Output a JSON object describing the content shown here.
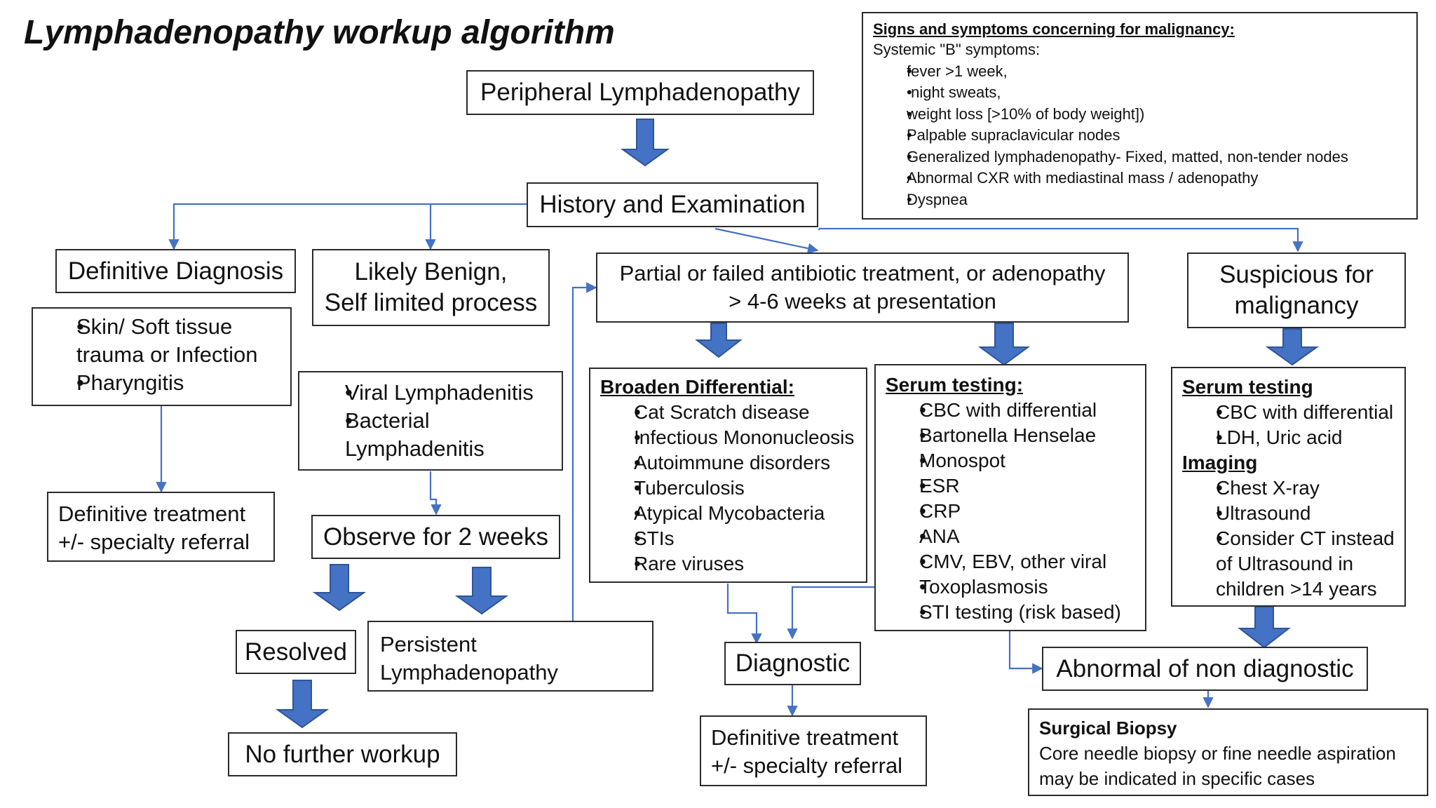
{
  "title": "Lymphadenopathy workup algorithm",
  "colors": {
    "connector": "#4472C4",
    "arrow_fill": "#4472C4",
    "arrow_stroke": "#2F5597",
    "border": "#2b2b2b"
  },
  "signs_box": {
    "heading": "Signs and symptoms concerning for malignancy:",
    "subheading": "Systemic \"B\" symptoms:",
    "items": [
      "fever >1 week,",
      " night sweats,",
      "weight loss [>10% of body weight])",
      "Palpable supraclavicular nodes",
      "Generalized lymphadenopathy- Fixed, matted, non-tender nodes",
      "Abnormal CXR with mediastinal mass / adenopathy",
      "Dyspnea"
    ]
  },
  "peripheral": {
    "label": "Peripheral Lymphadenopathy"
  },
  "history": {
    "label": "History and Examination"
  },
  "definitive_dx": {
    "label": "Definitive Diagnosis"
  },
  "definitive_list": {
    "items": [
      "Skin/ Soft tissue trauma or Infection",
      "Pharyngitis"
    ]
  },
  "definitive_treatment_left": {
    "line1": "Definitive treatment",
    "line2": "+/- specialty referral"
  },
  "benign": {
    "line1": "Likely Benign,",
    "line2": "Self limited process"
  },
  "benign_list": {
    "items": [
      "Viral Lymphadenitis",
      "Bacterial Lymphadenitis"
    ]
  },
  "observe": {
    "label": "Observe for 2 weeks"
  },
  "resolved": {
    "label": "Resolved"
  },
  "no_further": {
    "label": "No further workup"
  },
  "persistent": {
    "label": "Persistent Lymphadenopathy"
  },
  "partial": {
    "line1": "Partial or failed antibiotic treatment, or adenopathy",
    "line2": "> 4-6 weeks at presentation"
  },
  "broaden": {
    "heading": "Broaden Differential:",
    "items": [
      "Cat Scratch disease",
      "Infectious Mononucleosis",
      "Autoimmune disorders",
      "Tuberculosis",
      "Atypical Mycobacteria",
      "STIs",
      "Rare viruses"
    ]
  },
  "serum_mid": {
    "heading": "Serum testing:",
    "items": [
      "CBC with differential",
      "Bartonella Henselae",
      "Monospot",
      "ESR",
      "CRP",
      "ANA",
      "CMV, EBV, other viral",
      "Toxoplasmosis",
      "STI testing (risk based)"
    ]
  },
  "diagnostic": {
    "label": "Diagnostic"
  },
  "definitive_treatment_mid": {
    "line1": "Definitive treatment",
    "line2": "+/- specialty referral"
  },
  "suspicious": {
    "line1": "Suspicious for",
    "line2": "malignancy"
  },
  "serum_right": {
    "heading": "Serum testing",
    "items": [
      "CBC with differential",
      "LDH, Uric acid"
    ],
    "imaging_heading": "Imaging",
    "imaging_items": [
      "Chest X-ray",
      "Ultrasound",
      "Consider CT instead of Ultrasound in children >14 years"
    ]
  },
  "abnormal": {
    "label": "Abnormal of non diagnostic"
  },
  "biopsy": {
    "heading": "Surgical Biopsy",
    "text": "Core needle biopsy or fine needle aspiration may be indicated in specific cases"
  }
}
